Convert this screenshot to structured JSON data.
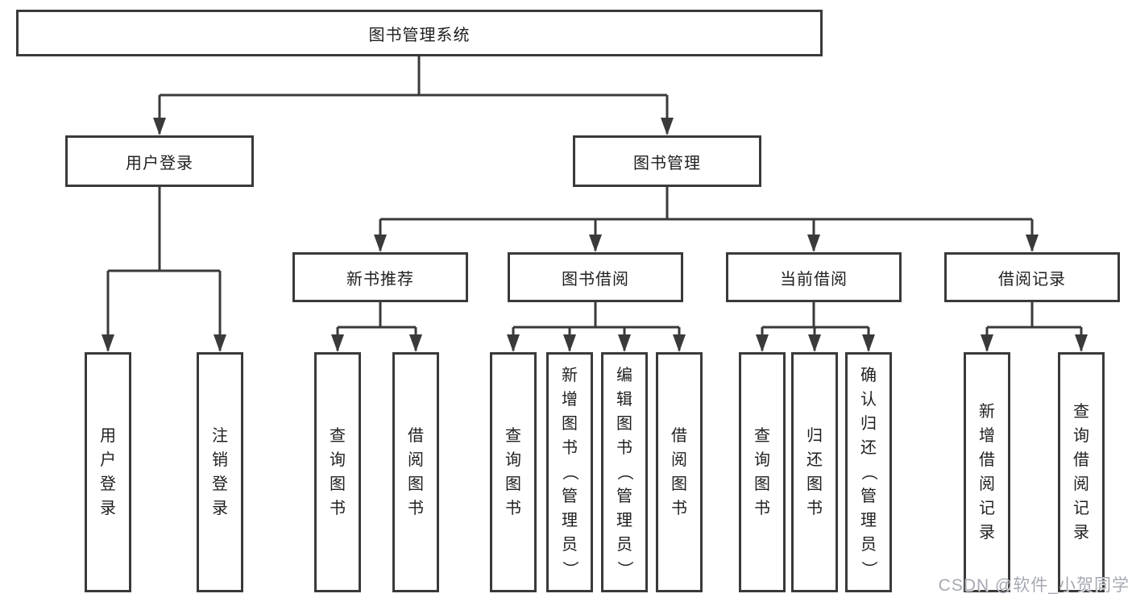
{
  "diagram": {
    "root": {
      "label": "图书管理系统"
    },
    "branches": [
      {
        "label": "用户登录",
        "children": [
          {
            "label": "用户登录"
          },
          {
            "label": "注销登录"
          }
        ]
      },
      {
        "label": "图书管理",
        "children": [
          {
            "label": "新书推荐",
            "children": [
              {
                "label": "查询图书"
              },
              {
                "label": "借阅图书"
              }
            ]
          },
          {
            "label": "图书借阅",
            "children": [
              {
                "label": "查询图书"
              },
              {
                "label": "新增图书（管理员）"
              },
              {
                "label": "编辑图书（管理员）"
              },
              {
                "label": "借阅图书"
              }
            ]
          },
          {
            "label": "当前借阅",
            "children": [
              {
                "label": "查询图书"
              },
              {
                "label": "归还图书"
              },
              {
                "label": "确认归还（管理员）"
              }
            ]
          },
          {
            "label": "借阅记录",
            "children": [
              {
                "label": "新增借阅记录"
              },
              {
                "label": "查询借阅记录"
              }
            ]
          }
        ]
      }
    ]
  },
  "watermark": "CSDN @软件_小贺同学",
  "colors": {
    "line": "#3a3a3a",
    "text": "#1f1f1f",
    "watermark": "#a6a9b3",
    "bg": "#ffffff"
  }
}
